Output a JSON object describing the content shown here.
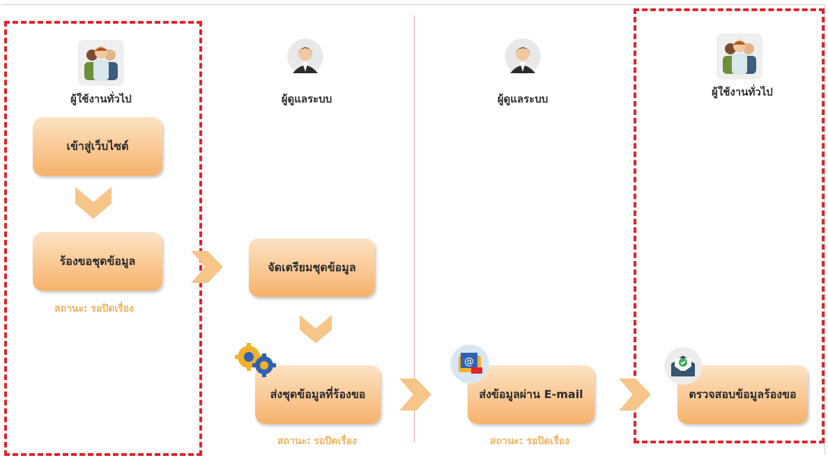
{
  "lanes": [
    {
      "role": "ผู้ใช้งานทั่วไป",
      "icon": "group-users-icon"
    },
    {
      "role": "ผู้ดูแลระบบ",
      "icon": "admin-icon"
    },
    {
      "role": "ผู้ดูแลระบบ",
      "icon": "admin-icon"
    },
    {
      "role": "ผู้ใช้งานทั่วไป",
      "icon": "group-users-icon"
    }
  ],
  "steps": {
    "enter_site": "เข้าสู่เว็บไซต์",
    "request_dataset": "ร้องขอชุดข้อมูล",
    "prepare_dataset": "จัดเตรียมชุดข้อมูล",
    "send_requested": "ส่งชุดข้อมูลที่ร้องขอ",
    "send_email": "ส่งข้อมูลผ่าน E-mail",
    "verify": "ตรวจสอบข้อมูลร้องขอ"
  },
  "status": {
    "s1": "สถานะ: รอปิดเรื่อง",
    "s2": "สถานะ: รอปิดเรื่อง",
    "s3": "สถานะ: รอปิดเรื่อง"
  },
  "colors": {
    "accent": "#e0242a",
    "box_top": "#fde3c4",
    "box_bottom": "#f6b26b",
    "arrow": "#f6c588",
    "status": "#f0b15c"
  }
}
